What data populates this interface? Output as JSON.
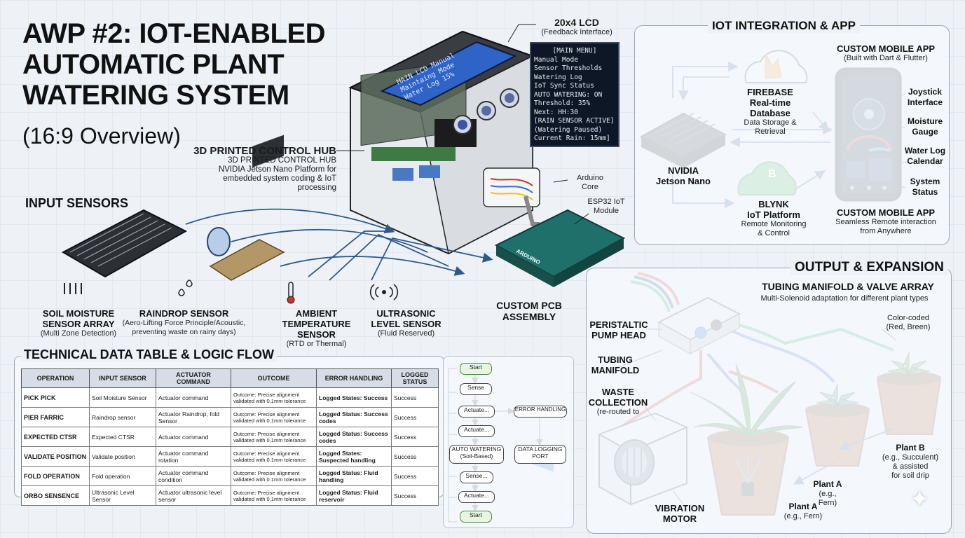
{
  "title": {
    "line1": "AWP #2: IOT-ENABLED",
    "line2": "AUTOMATIC PLANT",
    "line3": "WATERING SYSTEM",
    "subtitle": "(16:9 Overview)"
  },
  "control_hub": {
    "title": "3D PRINTED CONTROL HUB",
    "line1": "3D PRINTED CONTROL HUB",
    "line2": "NVIDIA Jetson Nano Platform for",
    "line3": "embedded system coding & IoT processing"
  },
  "lcd": {
    "title": "20x4 LCD",
    "sub": "(Feedback Interface)",
    "screen_lines": [
      "MAIN LCD Manual",
      "Maintaing Mode",
      "Water Log 15%"
    ],
    "menu": [
      "[MAIN MENU]",
      "Manual Mode",
      "Sensor Thresholds",
      "Watering Log",
      "IoT Sync Status",
      "AUTO WATERING: ON",
      "Threshold: 35%",
      "Next: HH:30",
      "[RAIN SENSOR ACTIVE]",
      "(Watering Paused)",
      "Current Rain: 15mm]"
    ]
  },
  "arduino": {
    "label": "Arduino Core"
  },
  "esp": {
    "label": "ESP32 IoT Module"
  },
  "pcb": {
    "label": "CUSTOM PCB ASSEMBLY",
    "logo": "ARDUINO"
  },
  "inputs": {
    "heading": "INPUT SENSORS",
    "soil": {
      "name": "SOIL MOISTURE SENSOR ARRAY",
      "desc": "(Multi Zone Detection)"
    },
    "rain": {
      "name": "RAINDROP SENSOR",
      "desc": "(Aero-Lifting Force Principle/Acoustic, preventing waste on rainy days)"
    },
    "temp": {
      "name": "AMBIENT TEMPERATURE SENSOR",
      "desc": "(RTD or Thermal)"
    },
    "ultra": {
      "name": "ULTRASONIC LEVEL SENSOR",
      "desc": "(Fluid Reserved)"
    }
  },
  "iot": {
    "heading": "IOT INTEGRATION & APP",
    "firebase": {
      "name": "FIREBASE",
      "line2": "Real-time Database",
      "line3": "Data Storage & Retrieval"
    },
    "nvidia": {
      "name": "NVIDIA",
      "line2": "Jetson Nano"
    },
    "blynk": {
      "name": "BLYNK",
      "line2": "IoT Platform",
      "line3": "Remote Monitoring",
      "line4": "& Control",
      "logo": "B"
    },
    "app_top": {
      "name": "CUSTOM MOBILE APP",
      "sub": "(Built with Dart & Flutter)"
    },
    "app_bottom": {
      "name": "CUSTOM MOBILE APP",
      "sub1": "Seamless Remote interaction",
      "sub2": "from Anywhere"
    },
    "app_features": [
      "Joystick Interface",
      "Moisture Gauge",
      "Water Log Calendar",
      "System Status"
    ]
  },
  "output": {
    "heading": "OUTPUT & EXPANSION",
    "manifold_title": "TUBING MANIFOLD & VALVE ARRAY",
    "manifold_sub": "Multi-Solenoid adaptation for different plant types",
    "color_coded": "Color-coded (Red, Breen)",
    "pump": "PERISTALTIC PUMP HEAD",
    "tubing": "TUBING MANIFOLD",
    "waste": "WASTE COLLECTION",
    "waste_sub": "(re-routed to",
    "vibration": "VIBRATION MOTOR",
    "plant_a_mid": {
      "name": "Plant A",
      "sub": "(e.g., Fern)"
    },
    "plant_a_low": {
      "name": "Plant A",
      "sub": "(e.g., Fern)"
    },
    "plant_b": {
      "name": "Plant B",
      "sub1": "(e.g., Succulent)",
      "sub2": "& assisted",
      "sub3": "for soil drip"
    }
  },
  "table": {
    "heading": "TECHNICAL DATA TABLE & LOGIC FLOW",
    "headers": [
      "OPERATION",
      "INPUT SENSOR",
      "ACTUATOR COMMAND",
      "OUTCOME",
      "ERROR HANDLING",
      "LOGGED STATUS"
    ],
    "rows": [
      [
        "PICK PICK",
        "Soil Moisture Sensor",
        "Actuator command",
        "Outcome: Precise alignment validated with 0.1mm tolerance",
        "Logged States: Success",
        "Success"
      ],
      [
        "PIER FARRIC",
        "Raindrop sensor",
        "Actuator Raindrop, fold Sensor",
        "Outcome: Precise alignment validated with 0.1mm tolerance",
        "Logged Status: Success codes",
        "Success"
      ],
      [
        "EXPECTED CTSR",
        "Expected CTSR",
        "Actuator command",
        "Outcome: Precise alignment validated with 0.1mm tolerance",
        "Logged Status: Success codes",
        "Success"
      ],
      [
        "VALIDATE POSITION",
        "Validate position",
        "Actuator command rotation",
        "Outcome: Precise alignment validated with 0.1mm tolerance",
        "Logged States: Suspected handling",
        "Success"
      ],
      [
        "FOLD OPERATION",
        "Fold operation",
        "Actuator command condition",
        "Outcome: Precise alignment validated with 0.1mm tolerance",
        "Logged Status: Fluid handling",
        "Success"
      ],
      [
        "ORBO SENSENCE",
        "Ultrasonic Level Sensor",
        "Actuator ultrasonic level sensor",
        "Outcome: Precise alignment validated with 0.1mm tolerance",
        "Logged Status: Fluid reservoir",
        "Success"
      ]
    ]
  },
  "flow": {
    "nodes": [
      "Start",
      "Sense",
      "Actuate...",
      "ERROR HANDLING",
      "Actuate...",
      "AUTO WATERING (Soil-Based)",
      "DATA LOGGING PORT",
      "Sense...",
      "Actuate...",
      "Start"
    ]
  },
  "colors": {
    "lcd_blue": "#2f63c8",
    "firebase": "#f5a623",
    "blynk": "#3aa757",
    "tube_red": "#c0392b",
    "tube_green": "#27ae60",
    "tube_blue": "#2e6fd0",
    "pcb": "#1f6f6a"
  }
}
